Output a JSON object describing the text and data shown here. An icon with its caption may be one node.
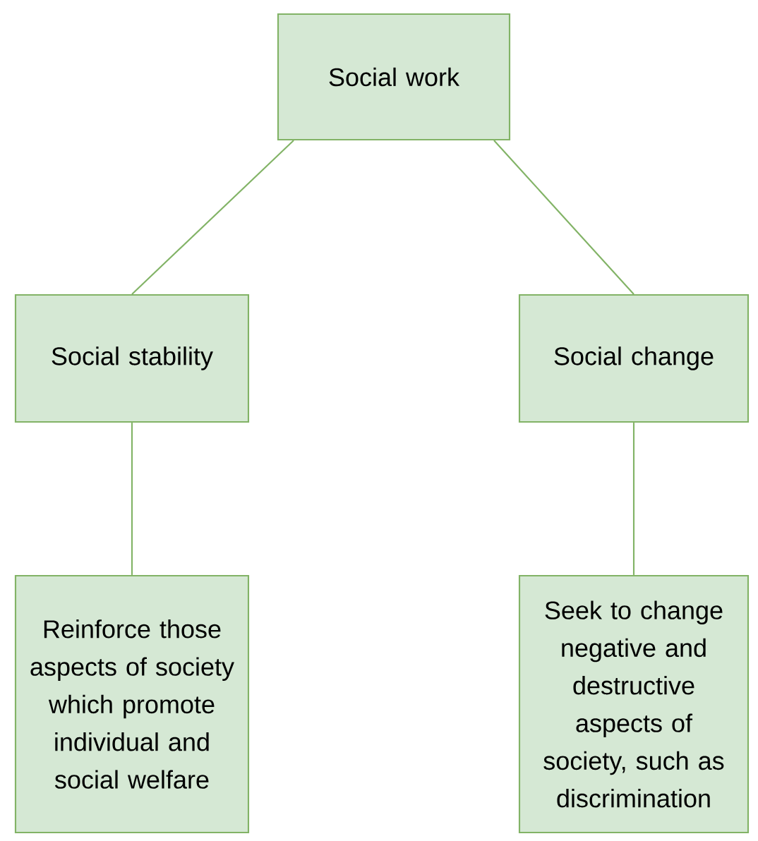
{
  "diagram": {
    "nodes": [
      {
        "text": [
          "Social work"
        ]
      },
      {
        "text": [
          "Social stability"
        ]
      },
      {
        "text": [
          "Social change"
        ]
      },
      {
        "text": [
          "Reinforce those aspects of society which promote individual and social welfare"
        ]
      },
      {
        "text": [
          "Seek to change negative and destructive aspects of society, such as discrimination"
        ]
      }
    ],
    "edges": [
      {
        "from": 0,
        "to": 1,
        "arrow": "none"
      },
      {
        "from": 0,
        "to": 2,
        "arrow": "none"
      },
      {
        "from": 1,
        "to": 3,
        "arrow": "none"
      },
      {
        "from": 2,
        "to": 4,
        "arrow": "none"
      }
    ]
  }
}
